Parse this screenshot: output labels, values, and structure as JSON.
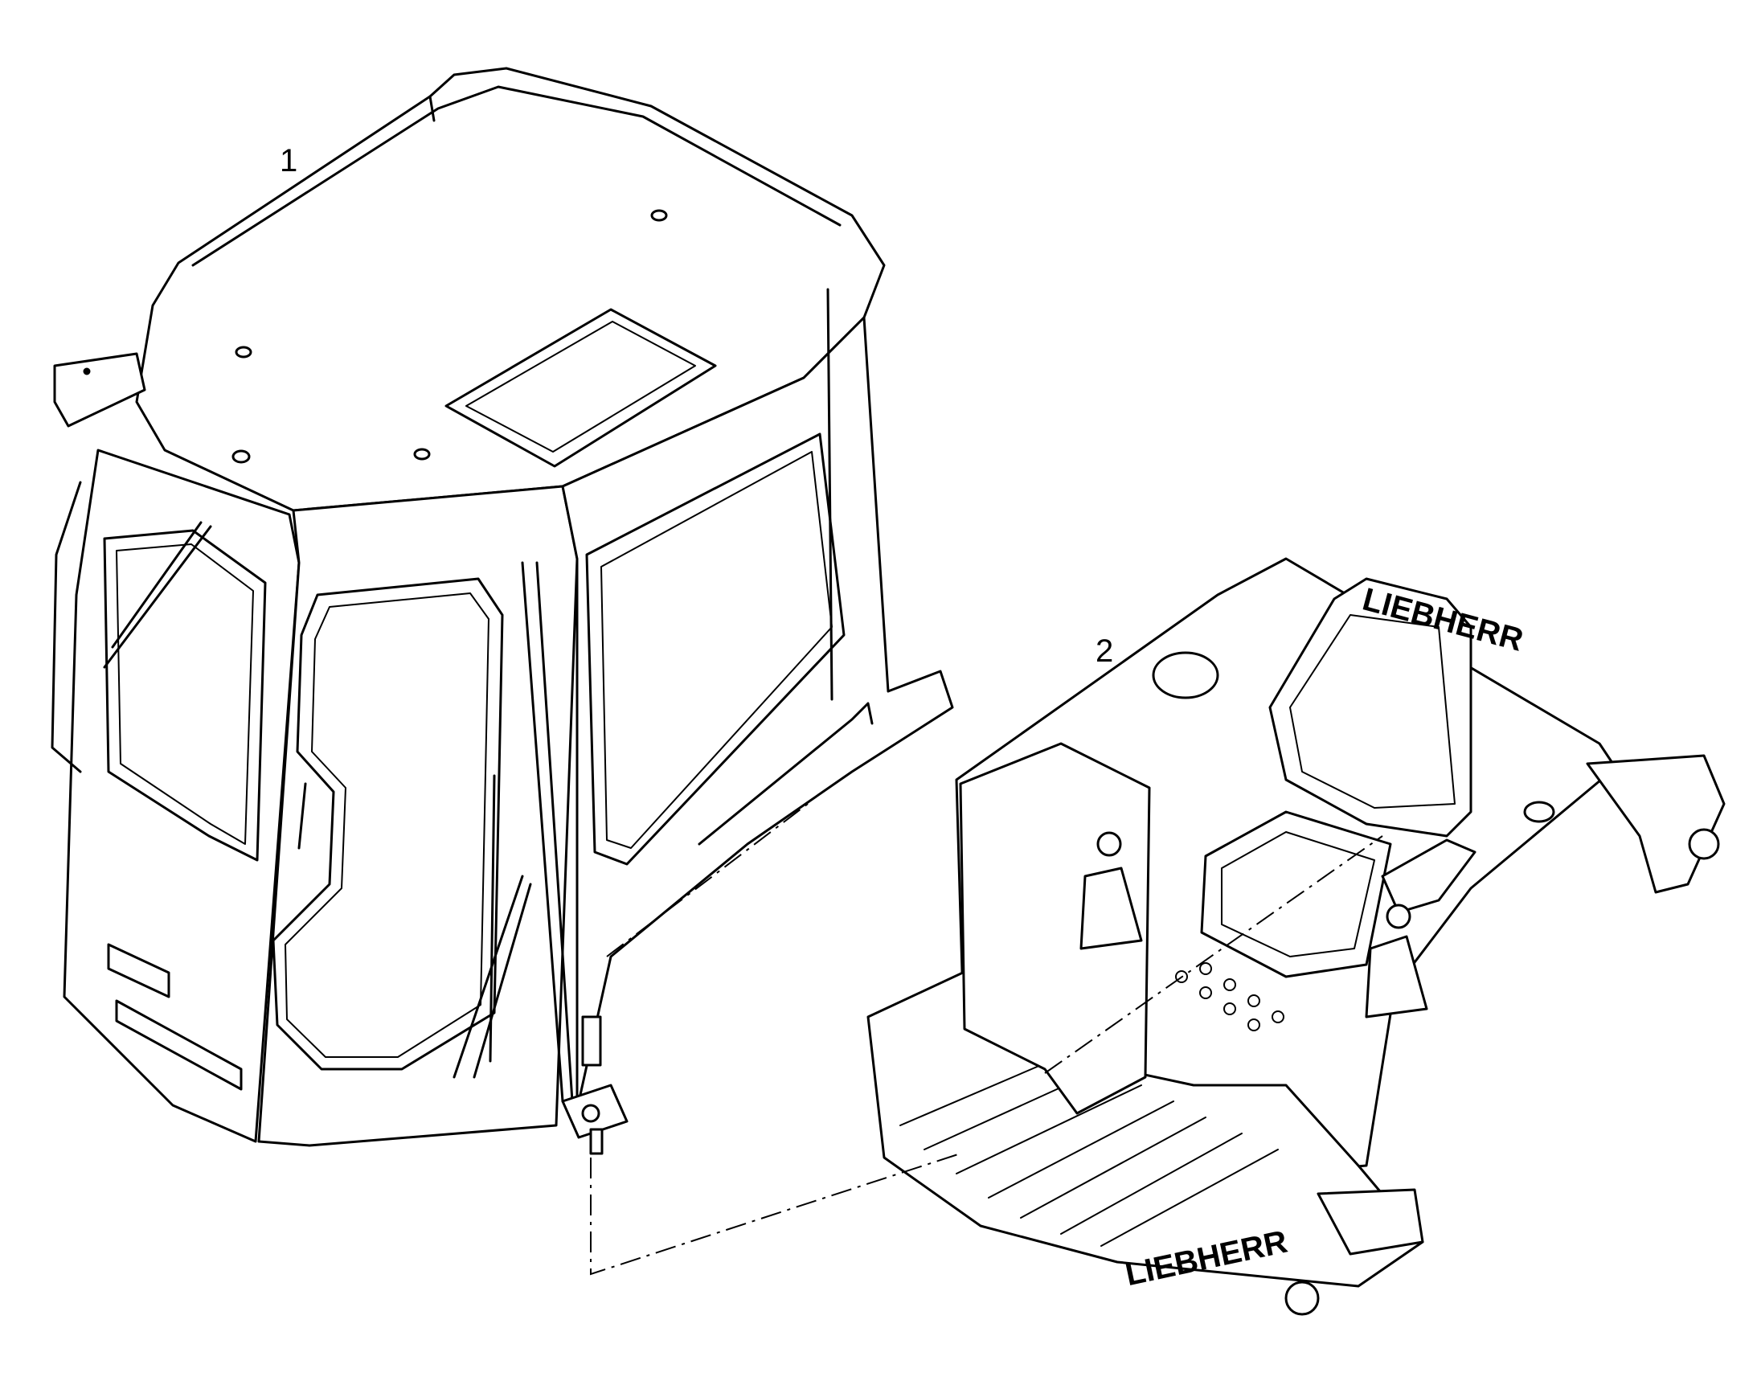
{
  "callouts": {
    "cab": "1",
    "platform": "2"
  },
  "platform_branding": {
    "seat_back_logo": "LIEBHERR",
    "floor_plate_logo": "LIEBHERR"
  }
}
